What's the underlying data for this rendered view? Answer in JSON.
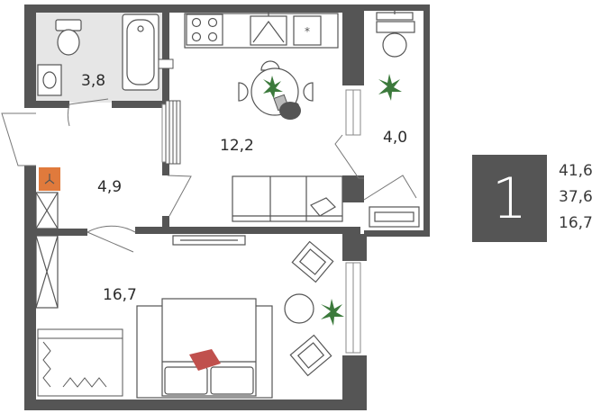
{
  "rooms": {
    "bathroom": "3,8",
    "kitchen": "12,2",
    "balcony": "4,0",
    "hall": "4,9",
    "bedroom": "16,7"
  },
  "apartment": {
    "rooms_count": "1",
    "total_area": "41,6",
    "living_area": "37,6",
    "room_area": "16,7"
  },
  "colors": {
    "wall": "#555555",
    "floor_tile": "#e6e6e6",
    "accent": "#e07a3c",
    "pillow": "#c0504d",
    "plant": "#3c7a3c"
  },
  "icons": [
    "toilet-icon",
    "sink-icon",
    "bathtub-icon",
    "stove-icon",
    "fridge-icon",
    "table-icon",
    "plant-icon",
    "boiler-icon",
    "bed-icon",
    "armchair-icon",
    "sofa-icon",
    "wardrobe-icon"
  ]
}
